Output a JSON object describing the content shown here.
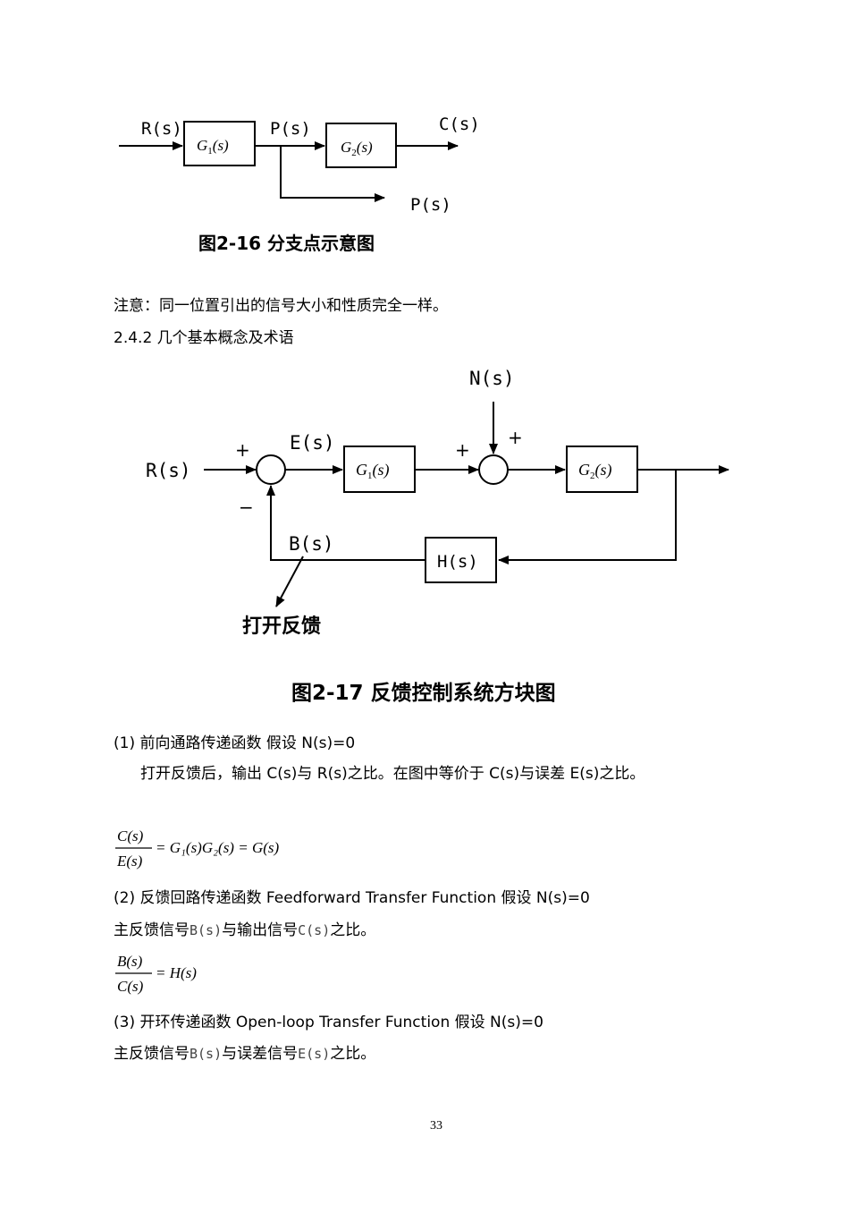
{
  "fig16": {
    "input": "R(s)",
    "block1": "G",
    "block1_sub": "1",
    "block1_arg": "(s)",
    "branch_top": "P(s)",
    "block2": "G",
    "block2_sub": "2",
    "block2_arg": "(s)",
    "output": "C(s)",
    "branch_out": "P(s)",
    "caption": "图2-16  分支点示意图"
  },
  "note": "注意：同一位置引出的信号大小和性质完全一样。",
  "section": "2.4.2 几个基本概念及术语",
  "fig17": {
    "disturbance": "N(s)",
    "input": "R(s)",
    "error": "E(s)",
    "plus1": "+",
    "minus1": "−",
    "plus2": "+",
    "plus3": "+",
    "block1": "G",
    "block1_sub": "1",
    "block1_arg": "(s)",
    "block2": "G",
    "block2_sub": "2",
    "block2_arg": "(s)",
    "feedback_signal": "B(s)",
    "feedback_block": "H(s)",
    "open_label": "打开反馈",
    "caption": "图2-17  反馈控制系统方块图"
  },
  "items": {
    "i1_title": "(1) 前向通路传递函数 假设 N(s)=0",
    "i1_desc": "打开反馈后，输出 C(s)与 R(s)之比。在图中等价于 C(s)与误差 E(s)之比。",
    "eq1_num": "C(s)",
    "eq1_den": "E(s)",
    "eq1_rhs": "= G₁(s)G₂(s) = G(s)",
    "i2_title": "(2) 反馈回路传递函数 Feedforward Transfer Function 假设 N(s)=0",
    "i2_desc_a": "主反馈信号",
    "i2_desc_b": "B(s)",
    "i2_desc_c": "与输出信号",
    "i2_desc_d": "C(s)",
    "i2_desc_e": "之比。",
    "eq2_num": "B(s)",
    "eq2_den": "C(s)",
    "eq2_rhs": "= H(s)",
    "i3_title": "(3) 开环传递函数 Open-loop Transfer Function 假设 N(s)=0",
    "i3_desc_a": "主反馈信号",
    "i3_desc_b": "B(s)",
    "i3_desc_c": "与误差信号",
    "i3_desc_d": "E(s)",
    "i3_desc_e": "之比。"
  },
  "page_number": "33"
}
